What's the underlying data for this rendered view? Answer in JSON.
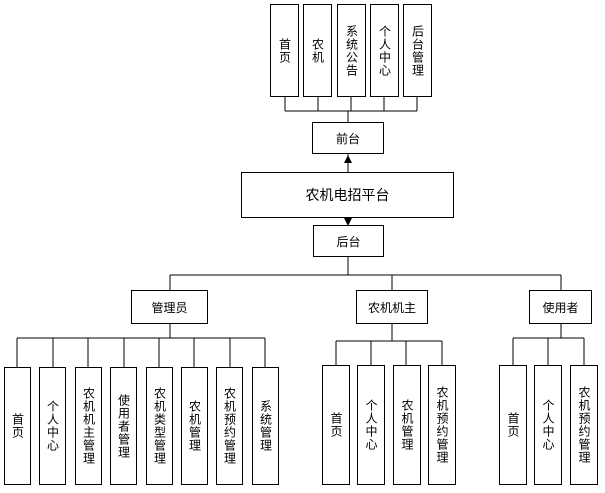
{
  "top_modules": [
    "首页",
    "农机",
    "系统公告",
    "个人中心",
    "后台管理"
  ],
  "frontend": "前台",
  "platform": "农机电招平台",
  "backend": "后台",
  "roles": [
    {
      "name": "管理员",
      "items": [
        "首页",
        "个人中心",
        "农机机主管理",
        "使用者管理",
        "农机类型管理",
        "农机管理",
        "农机预约管理",
        "系统管理"
      ]
    },
    {
      "name": "农机机主",
      "items": [
        "首页",
        "个人中心",
        "农机管理",
        "农机预约管理"
      ]
    },
    {
      "name": "使用者",
      "items": [
        "首页",
        "个人中心",
        "农机预约管理"
      ]
    }
  ]
}
